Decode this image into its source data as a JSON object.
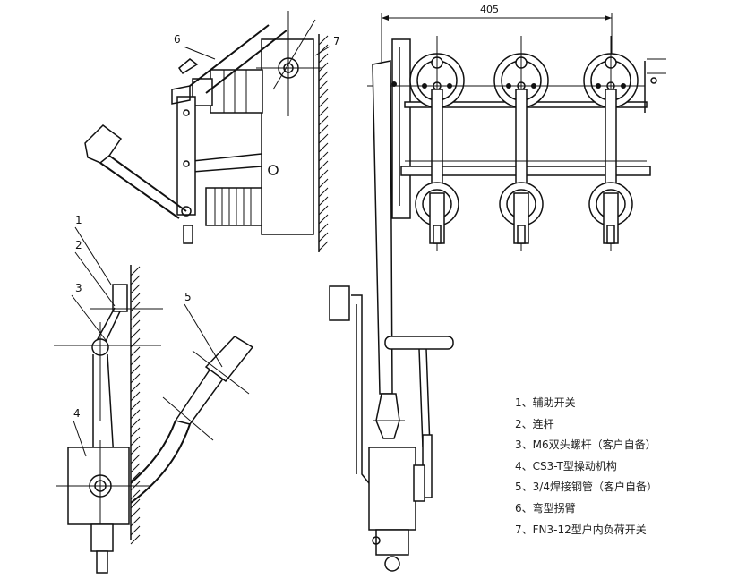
{
  "dimension_label": "405",
  "callouts": [
    "1",
    "2",
    "3",
    "4",
    "5",
    "6",
    "7"
  ],
  "legend": [
    "1、辅助开关",
    "2、连杆",
    "3、M6双头螺杆（客户自备）",
    "4、CS3-T型操动机构",
    "5、3/4焊接钢管（客户自备）",
    "6、弯型拐臂",
    "7、FN3-12型户内负荷开关"
  ]
}
